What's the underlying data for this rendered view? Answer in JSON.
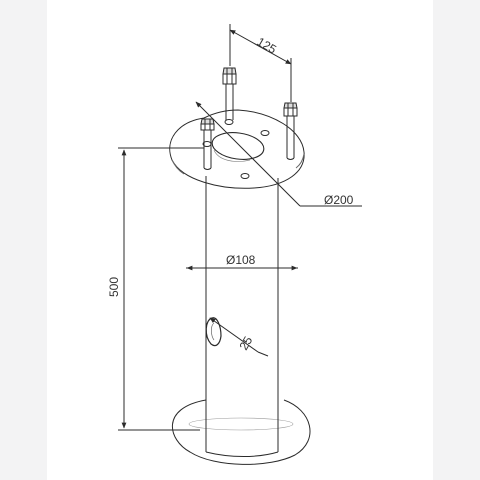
{
  "dimensions": {
    "bolt_spacing": "125",
    "flange_diameter": "Ø200",
    "tube_diameter": "Ø108",
    "height": "500",
    "slot_size": "25"
  },
  "colors": {
    "background": "#f3f3f4",
    "sheet": "#ffffff",
    "line": "#2b2b2b"
  }
}
